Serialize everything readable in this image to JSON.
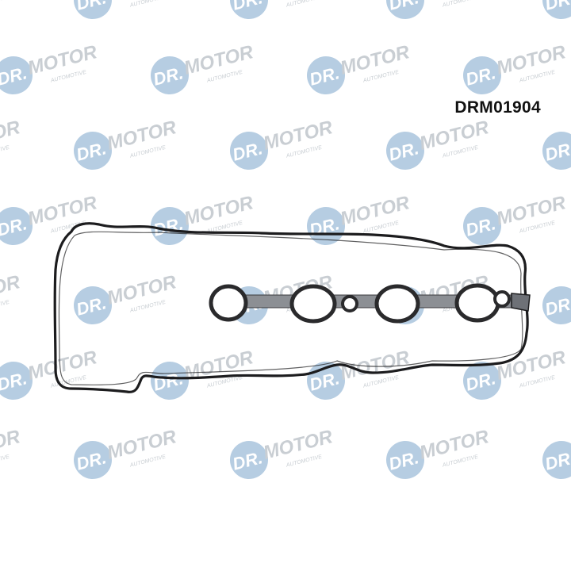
{
  "product": {
    "code": "DRM01904"
  },
  "watermark": {
    "brand_prefix": "DR.",
    "brand_name": "MOTOR",
    "tagline": "AUTOMOTIVE",
    "circle_color": "#a9c4dd",
    "text_color": "#c9ced3"
  },
  "gasket": {
    "stroke_color": "#1c1c1e",
    "strip_color": "#8c8f94"
  }
}
